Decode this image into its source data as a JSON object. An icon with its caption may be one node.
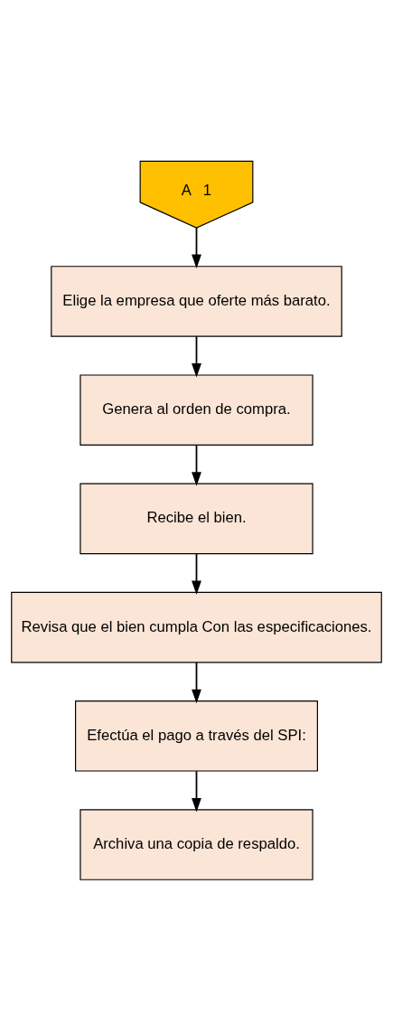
{
  "diagram": {
    "nodes": [
      {
        "text": [
          "A",
          "1"
        ]
      },
      {
        "text": [
          "Elige la empresa que oferte más barato."
        ]
      },
      {
        "text": [
          "Genera al orden de compra."
        ]
      },
      {
        "text": [
          "Recibe el bien."
        ]
      },
      {
        "text": [
          "Revisa que el bien cumpla Con las especificaciones."
        ]
      },
      {
        "text": [
          "Efectúa el pago a través del SPI:"
        ]
      },
      {
        "text": [
          "Archiva una copia de respaldo."
        ]
      }
    ],
    "edges": [
      {
        "from": 0,
        "to": 1,
        "arrow": "to"
      },
      {
        "from": 1,
        "to": 2,
        "arrow": "to"
      },
      {
        "from": 2,
        "to": 3,
        "arrow": "to"
      },
      {
        "from": 3,
        "to": 4,
        "arrow": "to"
      },
      {
        "from": 4,
        "to": 5,
        "arrow": "to"
      },
      {
        "from": 5,
        "to": 6,
        "arrow": "to"
      }
    ]
  }
}
